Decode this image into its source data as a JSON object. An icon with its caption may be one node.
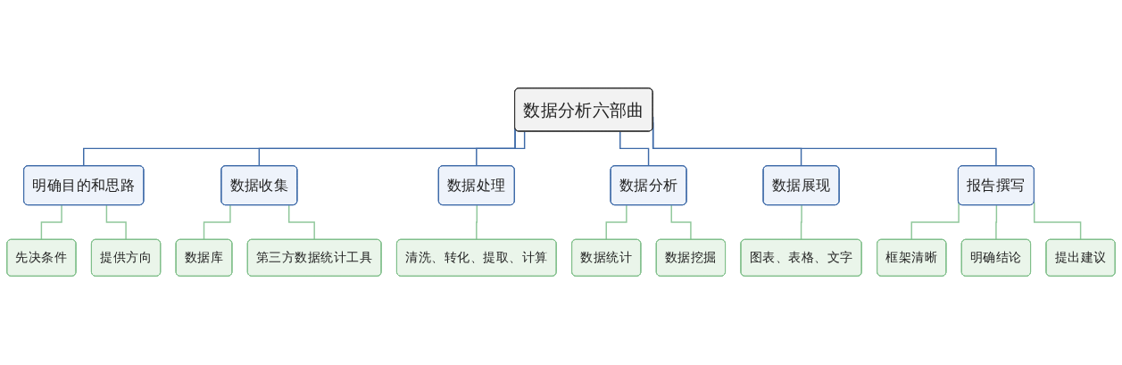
{
  "diagram": {
    "nodes": [
      {
        "text": [
          "数据分析六部曲"
        ]
      },
      {
        "text": [
          "明确目的和思路"
        ]
      },
      {
        "text": [
          "先决条件"
        ]
      },
      {
        "text": [
          "提供方向"
        ]
      },
      {
        "text": [
          "数据收集"
        ]
      },
      {
        "text": [
          "数据库"
        ]
      },
      {
        "text": [
          "第三方数据统计工具"
        ]
      },
      {
        "text": [
          "数据处理"
        ]
      },
      {
        "text": [
          "清洗、转化、提取、计算"
        ]
      },
      {
        "text": [
          "数据分析"
        ]
      },
      {
        "text": [
          "数据统计"
        ]
      },
      {
        "text": [
          "数据挖掘"
        ]
      },
      {
        "text": [
          "数据展现"
        ]
      },
      {
        "text": [
          "图表、表格、文字"
        ]
      },
      {
        "text": [
          "报告撰写"
        ]
      },
      {
        "text": [
          "框架清晰"
        ]
      },
      {
        "text": [
          "明确结论"
        ]
      },
      {
        "text": [
          "提出建议"
        ]
      }
    ],
    "edges": [
      {
        "from": 0,
        "to": 1,
        "arrow": "none",
        "color": "#3d6aa8"
      },
      {
        "from": 1,
        "to": 2,
        "arrow": "none"
      },
      {
        "from": 1,
        "to": 3,
        "arrow": "none"
      },
      {
        "from": 0,
        "to": 4,
        "arrow": "none",
        "color": "#3d6aa8"
      },
      {
        "from": 4,
        "to": 5,
        "arrow": "none"
      },
      {
        "from": 4,
        "to": 6,
        "arrow": "none"
      },
      {
        "from": 0,
        "to": 7,
        "arrow": "none",
        "color": "#3d6aa8"
      },
      {
        "from": 7,
        "to": 8,
        "arrow": "none"
      },
      {
        "from": 0,
        "to": 9,
        "arrow": "none",
        "color": "#3d6aa8"
      },
      {
        "from": 9,
        "to": 10,
        "arrow": "none"
      },
      {
        "from": 9,
        "to": 11,
        "arrow": "none"
      },
      {
        "from": 0,
        "to": 12,
        "arrow": "none",
        "color": "#3d6aa8"
      },
      {
        "from": 12,
        "to": 13,
        "arrow": "none"
      },
      {
        "from": 0,
        "to": 14,
        "arrow": "none",
        "color": "#3d6aa8"
      },
      {
        "from": 14,
        "to": 15,
        "arrow": "none"
      },
      {
        "from": 14,
        "to": 16,
        "arrow": "none"
      },
      {
        "from": 14,
        "to": 17,
        "arrow": "none"
      }
    ]
  }
}
